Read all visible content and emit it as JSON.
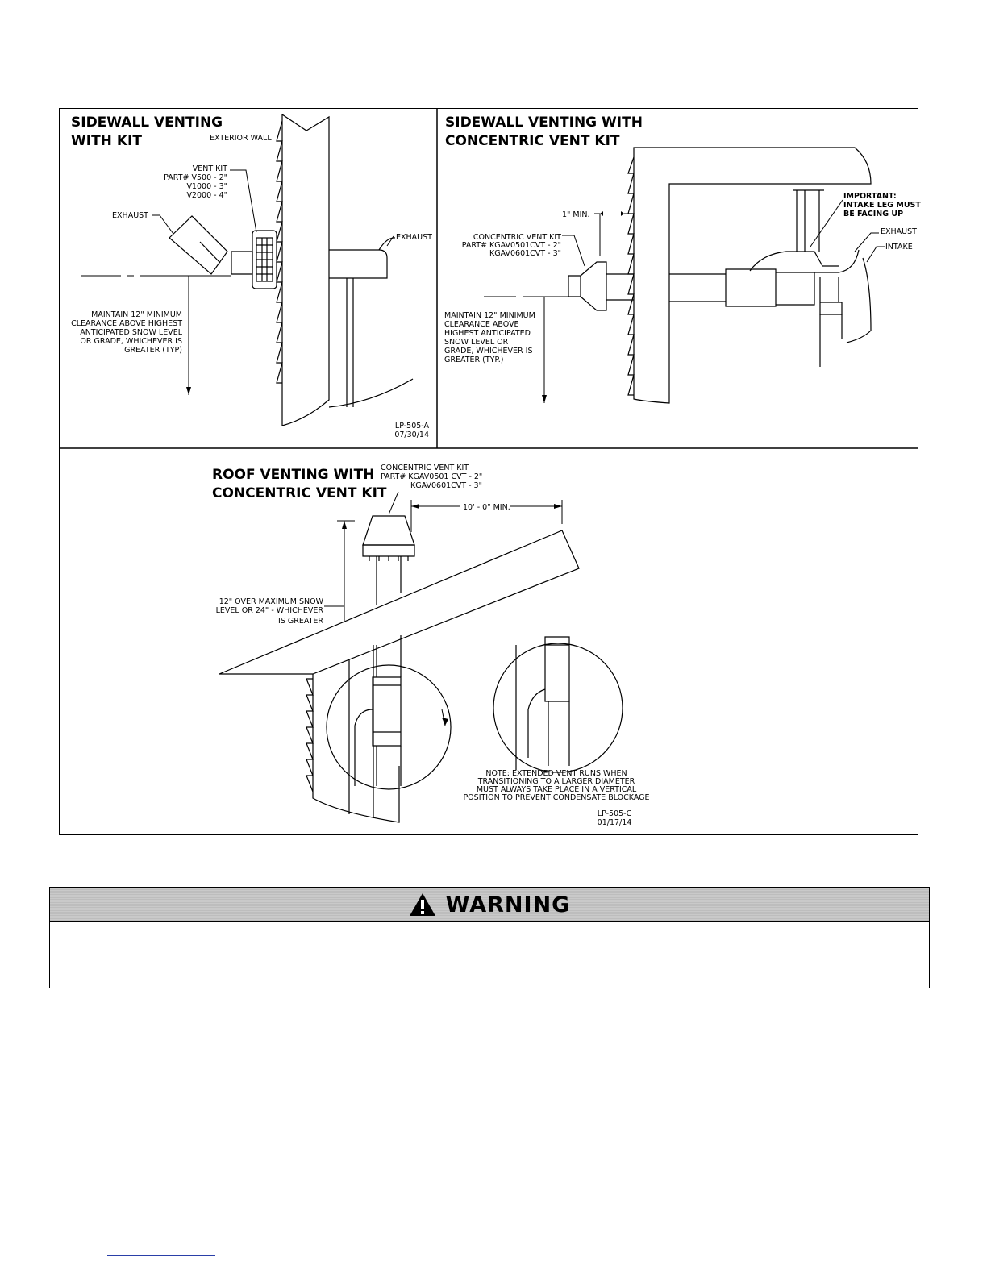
{
  "panels": {
    "sidewall_kit": {
      "title_line1": "SIDEWALL VENTING",
      "title_line2": "WITH KIT",
      "exterior_wall": "EXTERIOR WALL",
      "vent_kit": [
        "VENT KIT",
        "PART# V500 - 2\"",
        "V1000 - 3\"",
        "V2000 - 4\""
      ],
      "exhaust_left": "EXHAUST",
      "exhaust_right": "EXHAUST",
      "clearance": [
        "MAINTAIN 12\" MINIMUM",
        "CLEARANCE ABOVE HIGHEST",
        "ANTICIPATED SNOW LEVEL",
        "OR GRADE, WHICHEVER IS",
        "GREATER (TYP)"
      ],
      "code": [
        "LP-505-A",
        "07/30/14"
      ]
    },
    "sidewall_concentric": {
      "title_line1": "SIDEWALL VENTING WITH",
      "title_line2": "CONCENTRIC VENT KIT",
      "min": "1\" MIN.",
      "important": [
        "IMPORTANT:",
        "INTAKE LEG MUST",
        "BE FACING UP"
      ],
      "exhaust": "EXHAUST",
      "intake": "INTAKE",
      "kit": [
        "CONCENTRIC VENT KIT",
        "PART# KGAV0501CVT - 2\"",
        "KGAV0601CVT - 3\""
      ],
      "clearance": [
        "MAINTAIN 12\" MINIMUM",
        "CLEARANCE ABOVE",
        "HIGHEST ANTICIPATED",
        "SNOW LEVEL OR",
        "GRADE, WHICHEVER IS",
        "GREATER (TYP.)"
      ]
    },
    "roof_concentric": {
      "title_line1": "ROOF VENTING WITH",
      "title_line2": "CONCENTRIC VENT KIT",
      "kit": [
        "CONCENTRIC VENT KIT",
        "PART# KGAV0501 CVT - 2\"",
        "KGAV0601CVT - 3\""
      ],
      "min_distance": "10' - 0\" MIN.",
      "snow": [
        "12\" OVER MAXIMUM SNOW",
        "LEVEL OR 24\" - WHICHEVER",
        "IS GREATER"
      ],
      "note": [
        "NOTE: EXTENDED VENT RUNS WHEN",
        "TRANSITIONING TO A LARGER DIAMETER",
        "MUST ALWAYS TAKE PLACE IN A VERTICAL",
        "POSITION TO PREVENT CONDENSATE BLOCKAGE"
      ],
      "code": [
        "LP-505-C",
        "01/17/14"
      ]
    }
  },
  "warning": {
    "title": "WARNING",
    "icon": "warning-triangle-icon"
  }
}
